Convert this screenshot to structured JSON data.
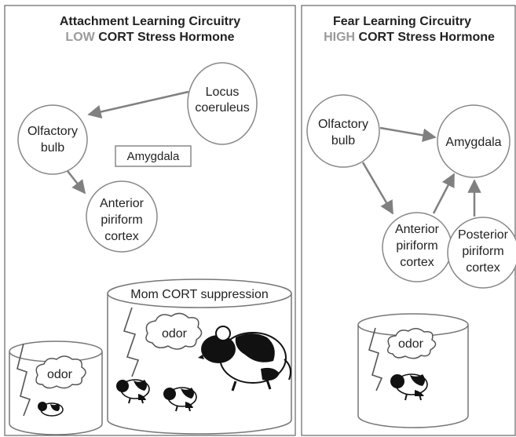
{
  "left_panel": {
    "title": "Attachment Learning Circuitry",
    "subtitle_highlight": "LOW",
    "subtitle_rest": " CORT Stress Hormone",
    "nodes": {
      "locus_line1": "Locus",
      "locus_line2": "coeruleus",
      "olfactory_line1": "Olfactory",
      "olfactory_line2": "bulb",
      "amygdala": "Amygdala",
      "anterior_line1": "Anterior",
      "anterior_line2": "piriform",
      "anterior_line3": "cortex"
    },
    "mom_label": "Mom CORT suppression",
    "odor_small": "odor",
    "odor_large": "odor"
  },
  "right_panel": {
    "title": "Fear Learning Circuitry",
    "subtitle_highlight": "HIGH",
    "subtitle_rest": " CORT Stress Hormone",
    "nodes": {
      "olfactory_line1": "Olfactory",
      "olfactory_line2": "bulb",
      "amygdala": "Amygdala",
      "anterior_line1": "Anterior",
      "anterior_line2": "piriform",
      "anterior_line3": "cortex",
      "posterior_line1": "Posterior",
      "posterior_line2": "piriform",
      "posterior_line3": "cortex"
    },
    "odor": "odor"
  },
  "colors": {
    "highlight": "#9a9a9a",
    "arrow": "#808080",
    "outline": "#888888"
  }
}
